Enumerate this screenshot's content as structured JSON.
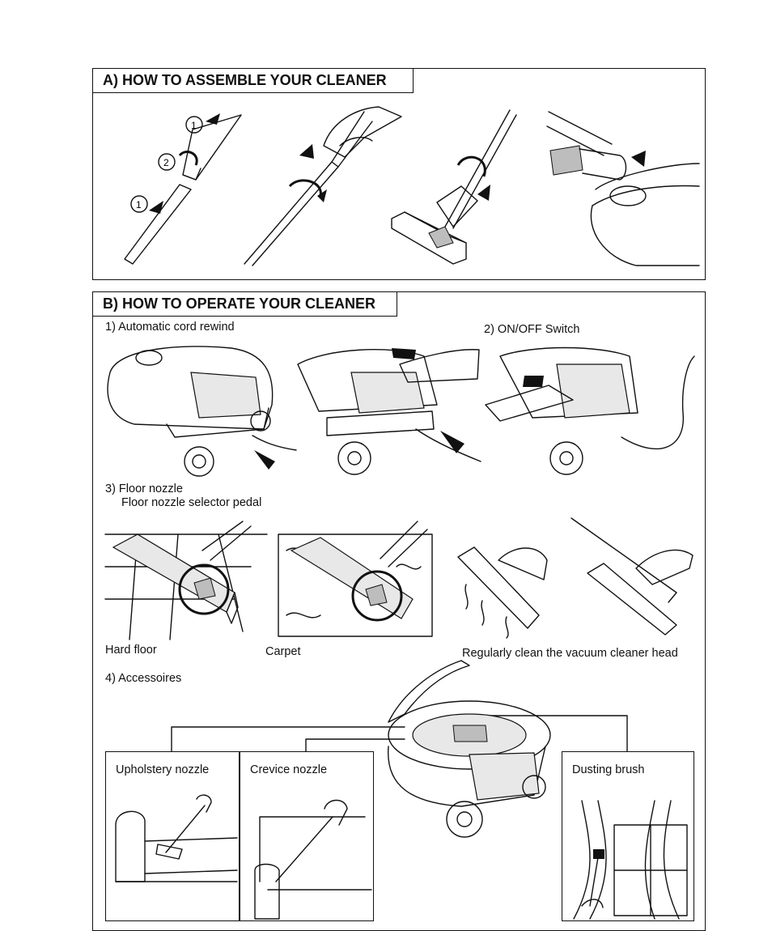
{
  "section_a": {
    "title": "A) HOW TO ASSEMBLE YOUR CLEANER",
    "step_markers": [
      "1",
      "2",
      "1"
    ]
  },
  "section_b": {
    "title": "B) HOW TO OPERATE YOUR CLEANER",
    "cord_rewind": "1) Automatic cord rewind",
    "on_off": "2) ON/OFF Switch",
    "floor_nozzle": "3) Floor nozzle",
    "selector_pedal": "Floor nozzle selector pedal",
    "hard_floor": "Hard floor",
    "carpet": "Carpet",
    "clean_head": "Regularly clean the vacuum cleaner head",
    "accessories": "4) Accessoires",
    "upholstery": "Upholstery nozzle",
    "crevice": "Crevice nozzle",
    "dusting": "Dusting brush"
  }
}
